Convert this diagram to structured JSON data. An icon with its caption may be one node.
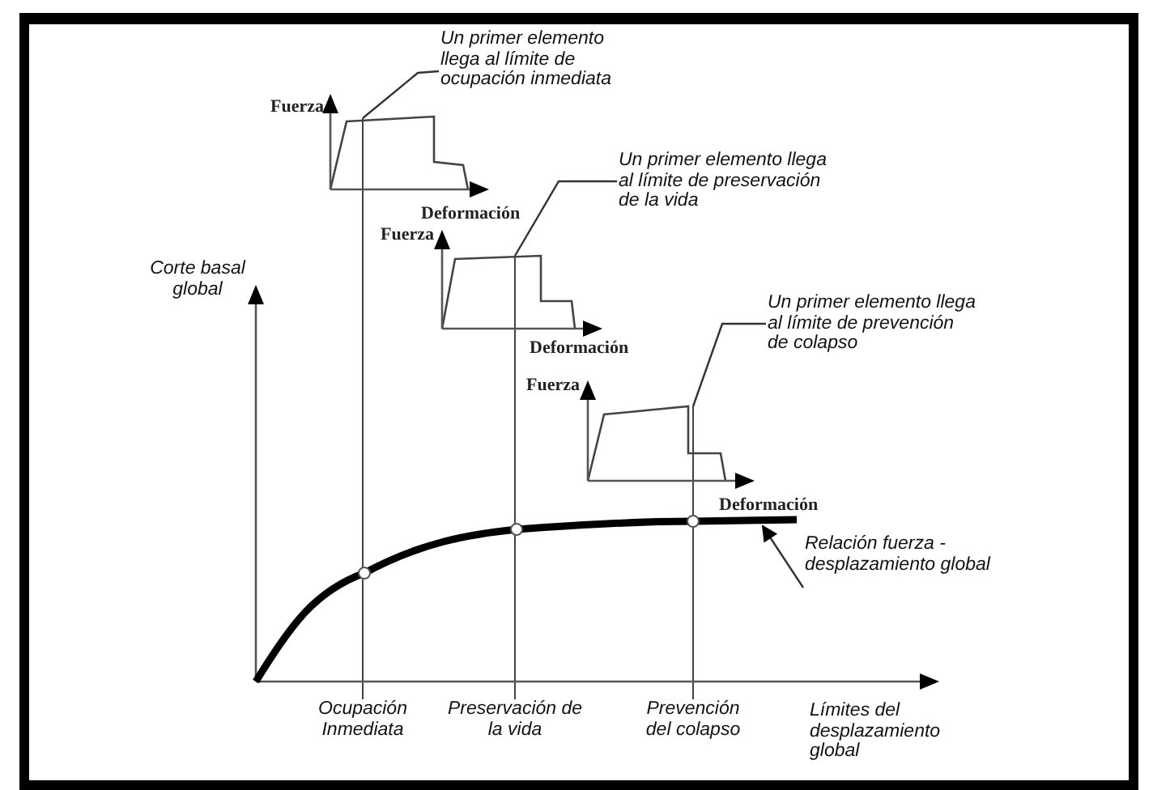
{
  "diagram": {
    "nodes": [
      {
        "text": [
          "Un primer elemento llega al límite de ocupación inmediata"
        ]
      },
      {
        "text": [
          "Un primer elemento llega al límite de preservación de la vida"
        ]
      },
      {
        "text": [
          "Un primer elemento llega al límite de prevención de colapso"
        ]
      },
      {
        "text": [
          "Relación fuerza - desplazamiento global"
        ]
      },
      {
        "text": [],
        "shape": "curve"
      },
      {
        "text": [],
        "shape": "curve"
      },
      {
        "text": [],
        "shape": "curve"
      },
      {
        "text": [],
        "shape": "curve"
      }
    ],
    "edges": [
      {
        "from": 0,
        "to": 4,
        "arrow": "none"
      },
      {
        "from": 1,
        "to": 5,
        "arrow": "none"
      },
      {
        "from": 2,
        "to": 6,
        "arrow": "none"
      },
      {
        "from": 3,
        "to": 7,
        "arrow": "to"
      }
    ],
    "labels": [
      "Fuerza",
      "Deformación",
      "Fuerza",
      "Deformación",
      "Corte basal global",
      "Fuerza",
      "Deformación",
      "Ocupación Inmediata",
      "Preservación de la vida",
      "Prevención del colapso",
      "Límites del desplazamiento global"
    ]
  }
}
